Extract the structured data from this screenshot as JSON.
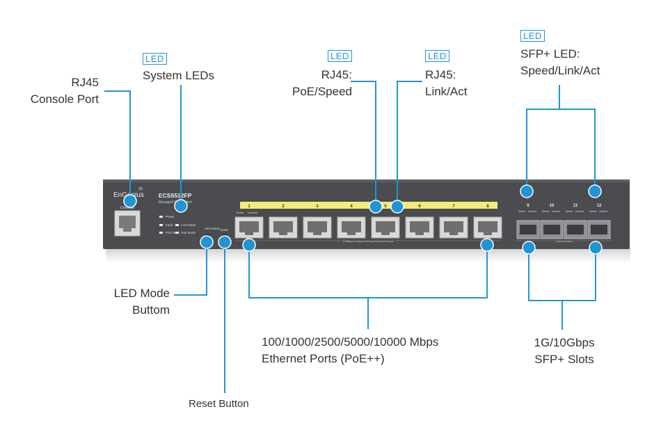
{
  "device": {
    "brand": "EnGenius",
    "model": "ECS5512FP",
    "subtitle": "Managed PoE Switch",
    "console_label": "Console",
    "led_labels": {
      "power": "Power",
      "fault": "Fault",
      "poe_max": "PoE Max",
      "lan_mode": "LAN Mode",
      "poe_mode": "PoE Mode"
    },
    "button_labels": {
      "led_mode": "LED Mode",
      "reset": "Reset"
    },
    "port_numbers": [
      "1",
      "2",
      "3",
      "4",
      "5",
      "6",
      "7",
      "8"
    ],
    "port_header_mode": "Mode",
    "port_header_link": "Link/Act",
    "rj45_speed_text": "100Mbps/1Gbps/2.5Gbps/5Gbps/10Gbps",
    "sfp_numbers": [
      "9",
      "10",
      "11",
      "12"
    ],
    "sfp_sub_speed": "Speed",
    "sfp_sub_link": "Link/Act",
    "sfp_speed_text": "1Gbps/10Gbps"
  },
  "tag_label": "LED",
  "callouts": {
    "console_port": [
      "RJ45",
      "Console Port"
    ],
    "system_leds": [
      "System LEDs"
    ],
    "rj45_poe_speed": [
      "RJ45:",
      "PoE/Speed"
    ],
    "rj45_link_act": [
      "RJ45:",
      "Link/Act"
    ],
    "sfp_led": [
      "SFP+ LED:",
      "Speed/Link/Act"
    ],
    "led_mode": [
      "LED Mode",
      "Buttom"
    ],
    "ethernet_ports": [
      "100/1000/2500/5000/10000 Mbps",
      "Ethernet Ports (PoE++)"
    ],
    "sfp_slots": [
      "1G/10Gbps",
      "SFP+ Slots"
    ],
    "reset_button": [
      "Reset Button"
    ]
  },
  "colors": {
    "accent": "#1f95d6",
    "chassis": "#4a4c4f",
    "led_strip": "#f3ec7c",
    "text": "#333333"
  }
}
